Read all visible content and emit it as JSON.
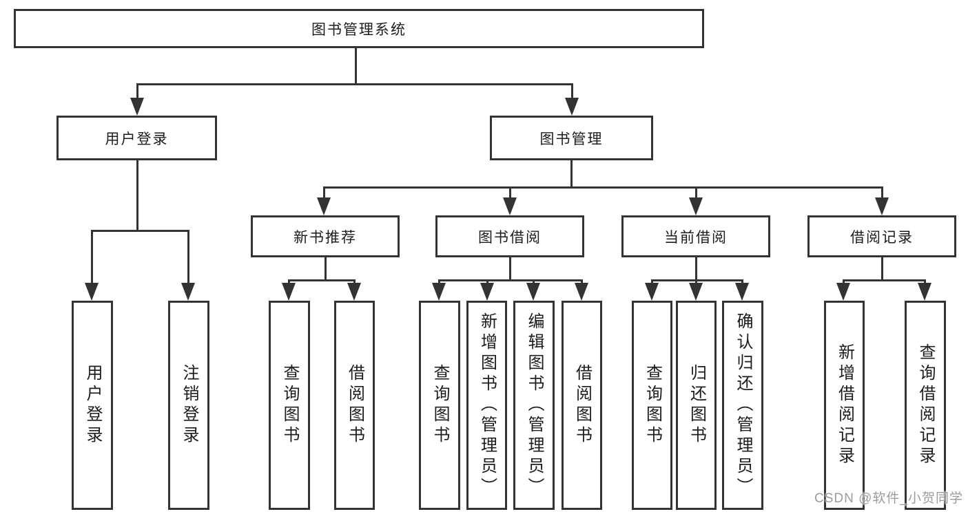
{
  "nodes": {
    "root": "图书管理系统",
    "level2": [
      "用户登录",
      "图书管理"
    ],
    "level3": [
      "新书推荐",
      "图书借阅",
      "当前借阅",
      "借阅记录"
    ],
    "user_login_children": [
      "用户登录",
      "注销登录"
    ],
    "new_books_children": [
      "查询图书",
      "借阅图书"
    ],
    "book_borrow_children": [
      "查询图书",
      "新增图书（管理员）",
      "编辑图书（管理员）",
      "借阅图书"
    ],
    "current_borrow_children": [
      "查询图书",
      "归还图书",
      "确认归还（管理员）"
    ],
    "borrow_records_children": [
      "新增借阅记录",
      "查询借阅记录"
    ]
  },
  "watermark": "CSDN @软件_小贺同学",
  "colors": {
    "line": "#333333",
    "text": "#1c1c1c",
    "watermark": "#9b9b9b",
    "bg": "#ffffff"
  }
}
